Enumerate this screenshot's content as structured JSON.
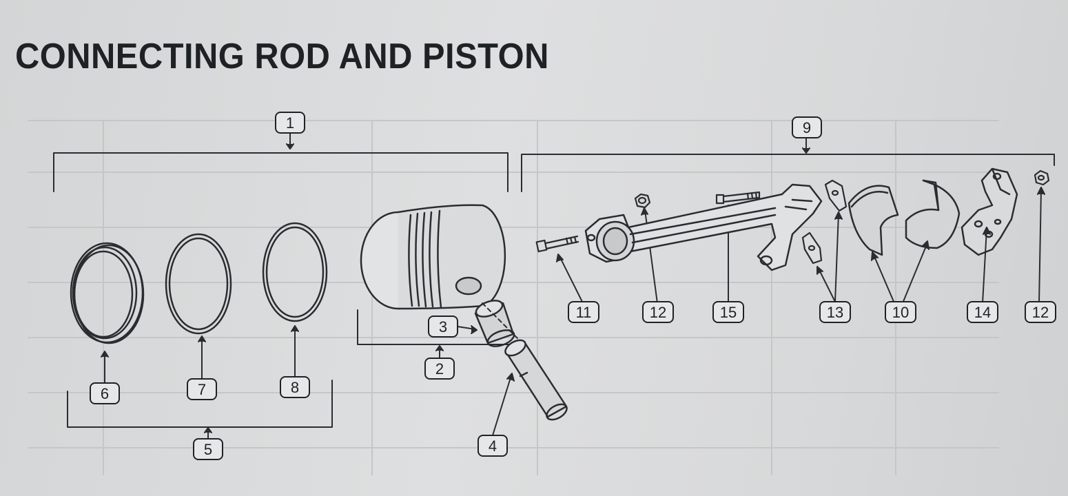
{
  "title": "CONNECTING ROD AND PISTON",
  "callouts": {
    "c1": "1",
    "c2": "2",
    "c3": "3",
    "c4": "4",
    "c5": "5",
    "c6": "6",
    "c7": "7",
    "c8": "8",
    "c9": "9",
    "c10": "10",
    "c11": "11",
    "c12a": "12",
    "c12b": "12",
    "c13": "13",
    "c14": "14",
    "c15": "15"
  },
  "colors": {
    "ink": "#1f2224",
    "paper": "#dcdddf",
    "outline": "#2a2d2f"
  }
}
